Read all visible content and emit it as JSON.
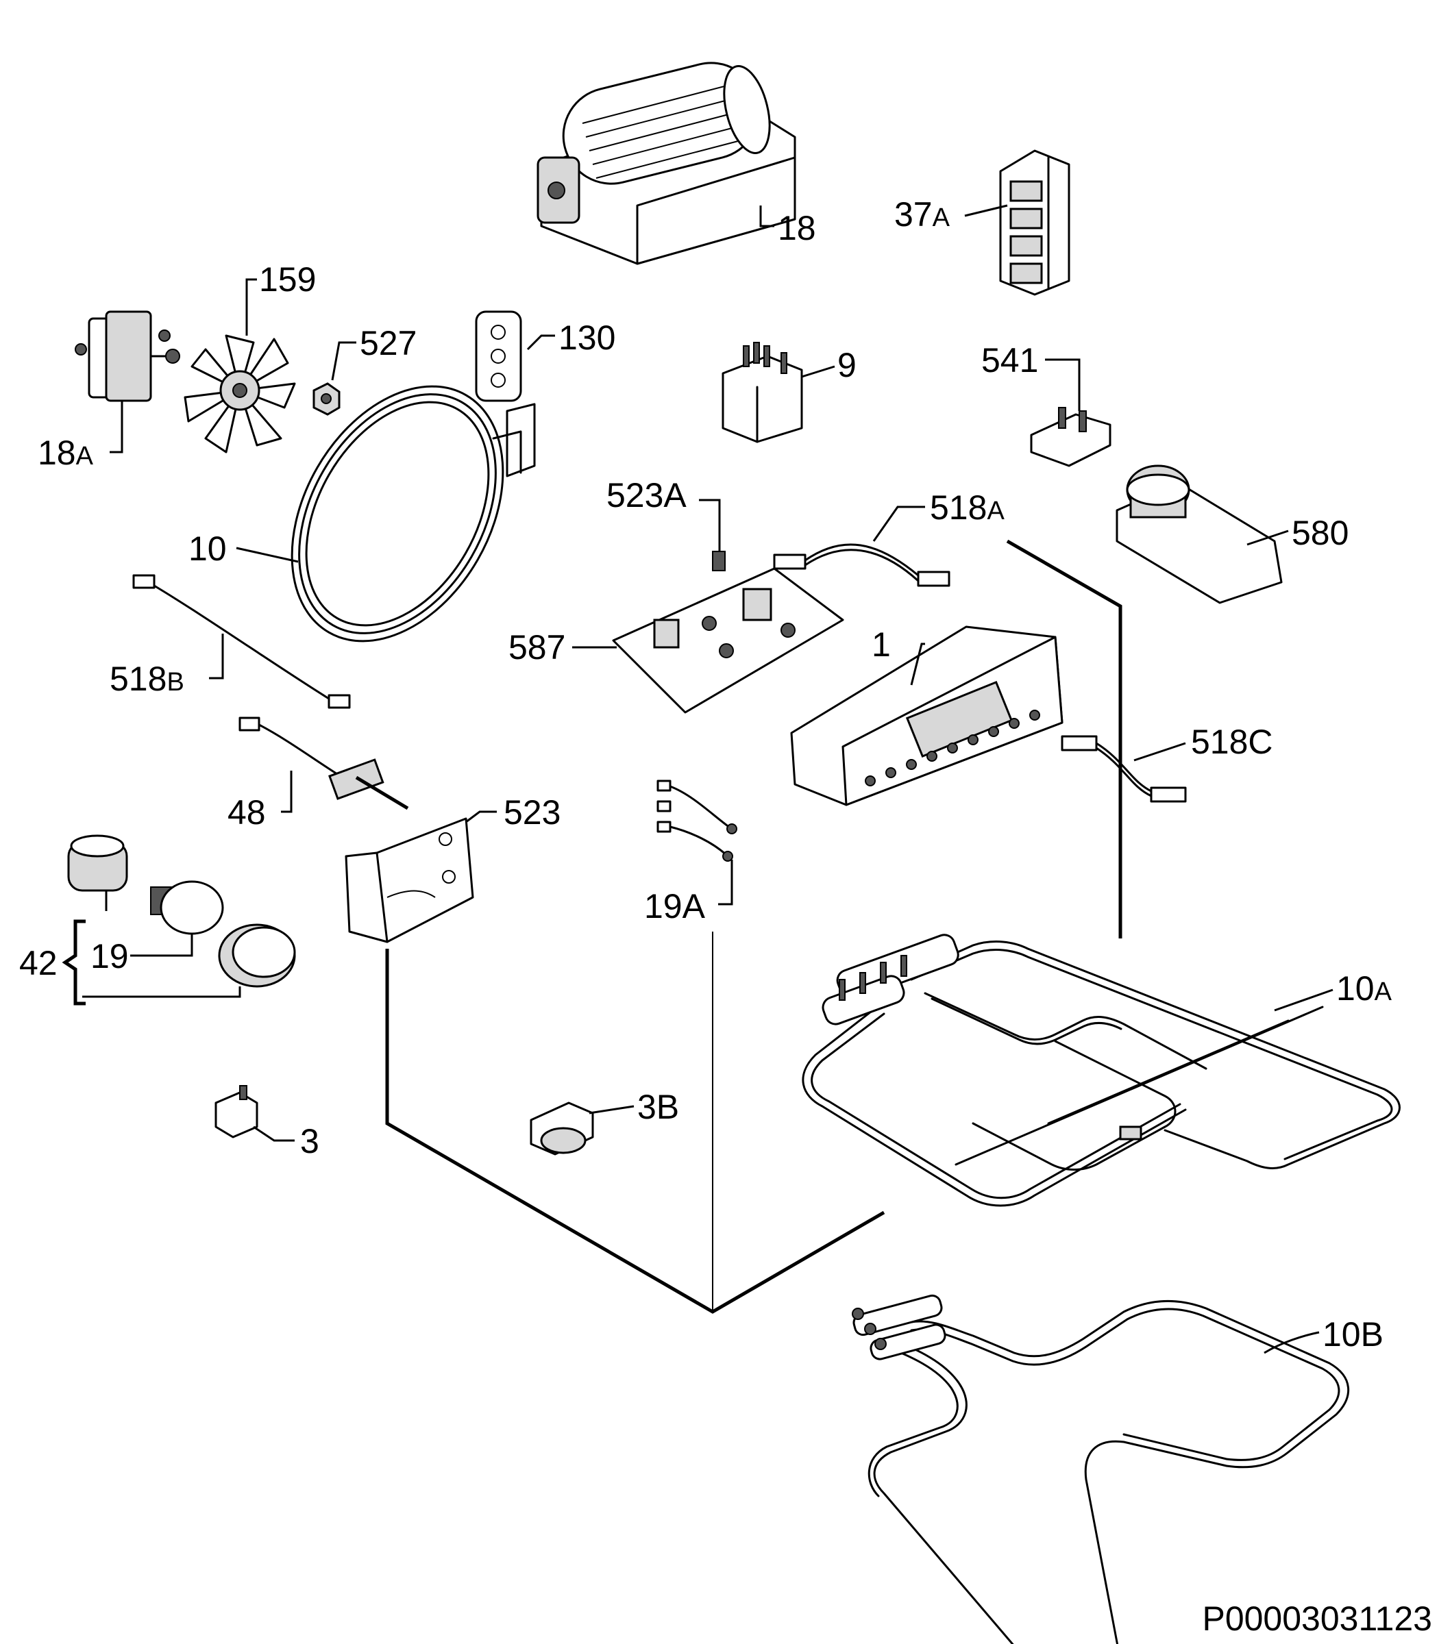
{
  "labels": {
    "p1": "1",
    "p3": "3",
    "p3b": "3B",
    "p9": "9",
    "p10": "10",
    "p10a_main": "10",
    "p10a_suffix": "A",
    "p10b": "10B",
    "p18": "18",
    "p18a_main": "18",
    "p18a_suffix": "A",
    "p19": "19",
    "p19a": "19A",
    "p37a_main": "37",
    "p37a_suffix": "A",
    "p42": "42",
    "p48": "48",
    "p130": "130",
    "p159": "159",
    "p518a_main": "518",
    "p518a_suffix": "A",
    "p518b_main": "518",
    "p518b_suffix": "B",
    "p518c": "518C",
    "p523": "523",
    "p523a": "523A",
    "p527": "527",
    "p541": "541",
    "p580": "580",
    "p587": "587"
  },
  "drawing_code": "P00003031123"
}
